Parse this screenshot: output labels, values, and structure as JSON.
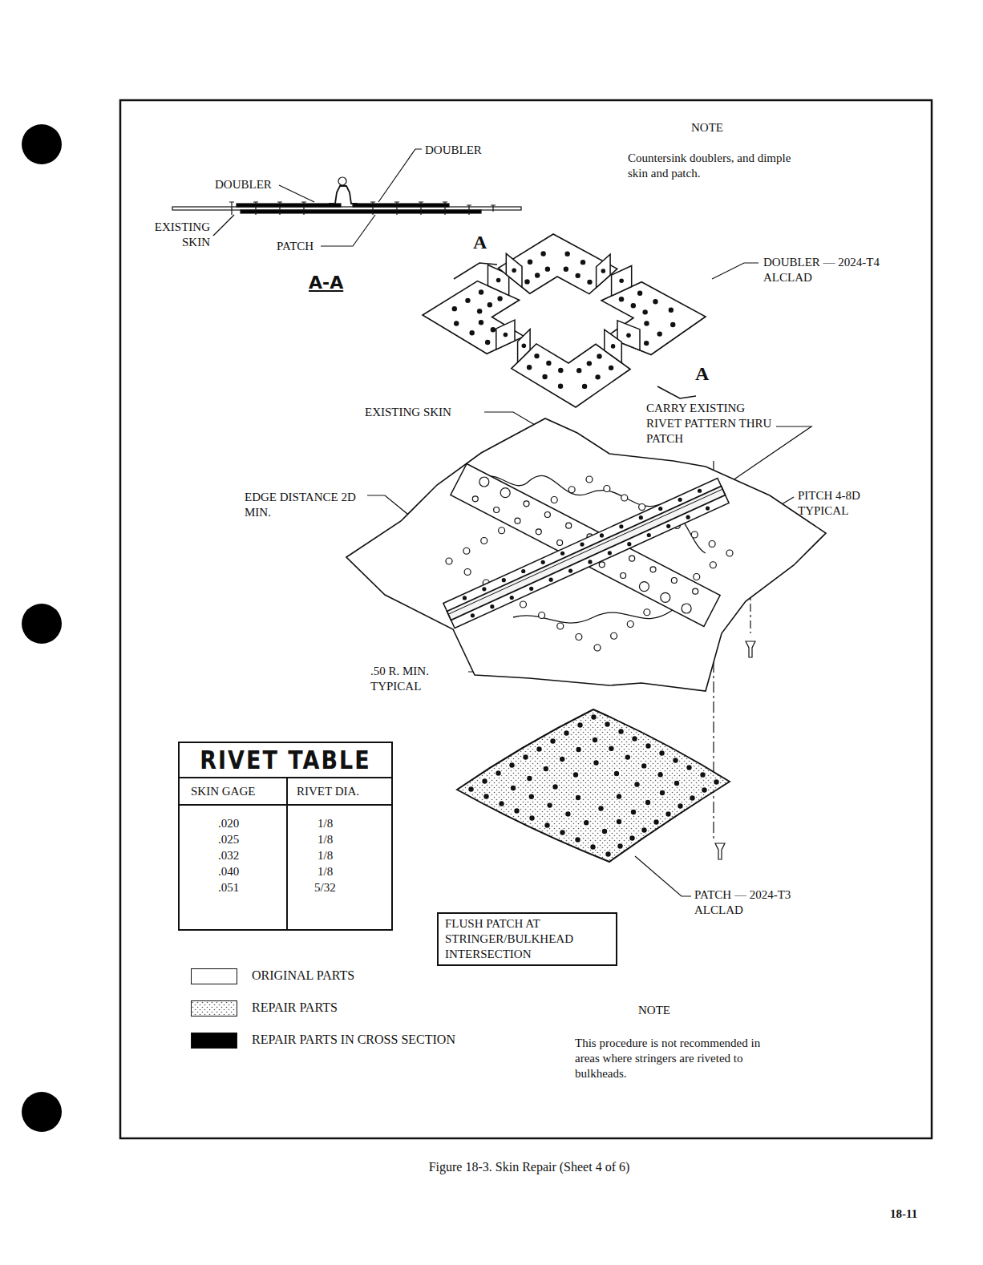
{
  "diagram": {
    "caption": "Figure 18-3. Skin Repair (Sheet 4 of 6)",
    "nodes": [
      {
        "text": [
          "RIVET TABLE"
        ]
      },
      {
        "text": [
          "FLUSH PATCH AT STRINGER/BULKHEAD INTERSECTION"
        ]
      }
    ],
    "labels": [
      "DOUBLER",
      "DOUBLER",
      "EXISTING SKIN",
      "PATCH",
      "A-A",
      "A",
      "A",
      "NOTE",
      "Countersink doublers, and dimple skin and patch.",
      "DOUBLER — 2024-T4 ALCLAD",
      "EXISTING SKIN",
      "CARRY EXISTING RIVET PATTERN THRU PATCH",
      "PITCH 4-8D TYPICAL",
      "EDGE DISTANCE 2D MIN.",
      ".50 R. MIN. TYPICAL",
      "PATCH — 2024-T3 ALCLAD",
      "SKIN GAGE",
      "RIVET DIA.",
      ".020",
      "1/8",
      ".025",
      "1/8",
      ".032",
      "1/8",
      ".040",
      "1/8",
      ".051",
      "5/32",
      "NOTE",
      "This procedure is not recommended in areas where stringers are riveted to bulkheads.",
      "18-11"
    ],
    "legend": [
      {
        "text": "ORIGINAL PARTS",
        "color": "#ffffff"
      },
      {
        "text": "REPAIR PARTS"
      },
      {
        "text": "REPAIR PARTS IN CROSS SECTION",
        "color": "#000000"
      }
    ]
  }
}
